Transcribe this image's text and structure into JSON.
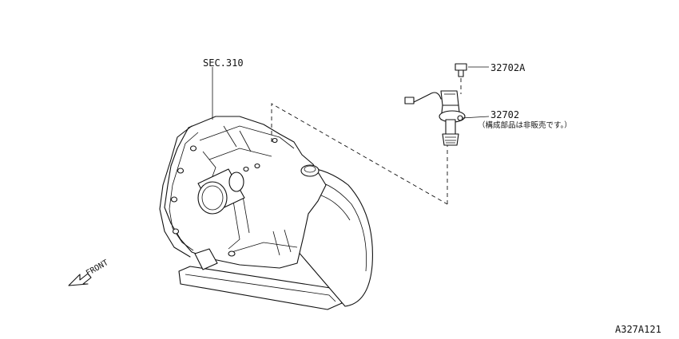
{
  "labels": {
    "sec_ref": "SEC.310",
    "part_bolt": "32702A",
    "part_sensor": "32702",
    "note_sensor": "（構成部品は非販売です。）",
    "front": "FRONT",
    "diagram_id": "A327A121"
  },
  "icons": {
    "front_arrow": "hollow-arrow-icon"
  }
}
